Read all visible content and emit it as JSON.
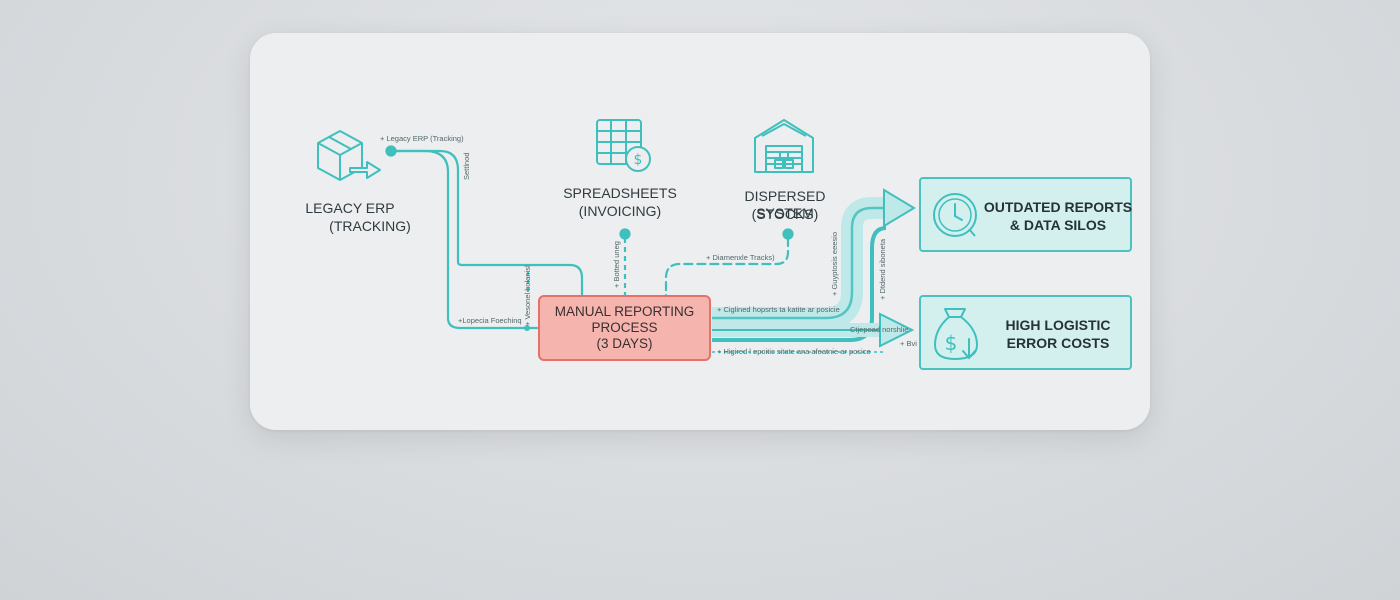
{
  "sources": {
    "legacy": {
      "title": "LEGACY ERP",
      "subtitle": "(TRACKING)",
      "icon": "package-box-icon"
    },
    "spreadsheets": {
      "title": "SPREADSHEETS",
      "subtitle": "(INVOICING)",
      "icon": "spreadsheet-dollar-icon"
    },
    "dispersed": {
      "title": "DISPERSED SYSTEM",
      "subtitle": "(STOCKS)",
      "icon": "warehouse-icon"
    }
  },
  "process": {
    "line1": "MANUAL REPORTING",
    "line2": "PROCESS",
    "line3": "(3 DAYS)"
  },
  "outcomes": {
    "outdated": {
      "line1": "OUTDATED REPORTS",
      "line2": "& DATA SILOS",
      "icon": "clock-icon"
    },
    "errors": {
      "line1": "HIGH LOGISTIC",
      "line2": "ERROR COSTS",
      "icon": "money-bag-icon"
    }
  },
  "annotations": {
    "legacy_top": "+ Legacy ERP (Tracking)",
    "legacy_vertical": "Settlnod",
    "legacy_bottom": "+Lopecia Foechinq",
    "legacy_vertical2": "+ Vesonel bolanisl",
    "spreadsheet_vertical": "+ Botted uneg",
    "dispersed_top": "+ Diamenxle Tracks)",
    "upper_right": "+ Ciglined hopsrts ta katite ar posicie",
    "lower_right": "+ Higired l epoitic sitate ana afeatnie ar posice",
    "right_small": "Ctjepoad norshlie",
    "right_small2": "+ Bvi",
    "arrow_vertical1": "+ Guyptosis eeesio",
    "arrow_vertical2": "+ Dtdend siboneta"
  },
  "colors": {
    "teal": "#3fbfbd",
    "teal_light": "#bfe9e8",
    "red": "#e8706a",
    "red_fill": "#f5b5ae"
  }
}
